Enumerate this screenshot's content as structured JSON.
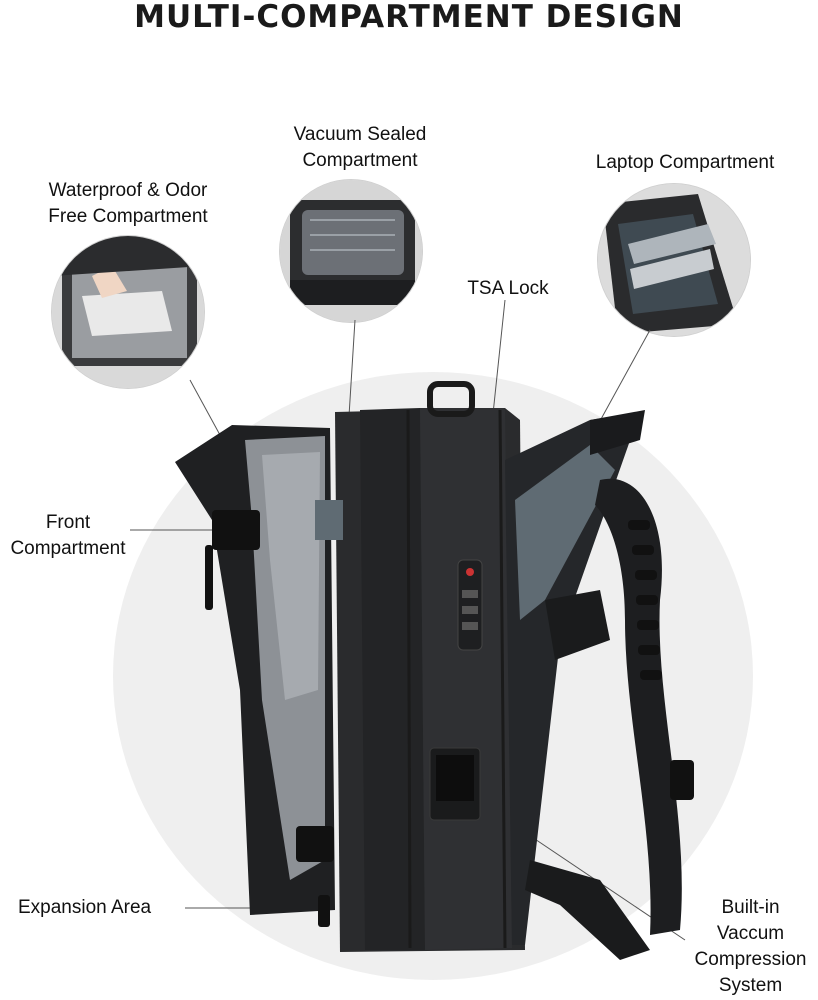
{
  "title": "MULTI-COMPARTMENT DESIGN",
  "labels": {
    "waterproof": "Waterproof & Odor\nFree Compartment",
    "vacuum_sealed": "Vacuum Sealed\nCompartment",
    "laptop": "Laptop Compartment",
    "tsa": "TSA Lock",
    "front": "Front\nCompartment",
    "expansion": "Expansion Area",
    "compression": "Built-in\nVaccum\nCompression\nSystem"
  },
  "colors": {
    "background": "#ffffff",
    "circle": "#efefef",
    "bag": "#2a2b2d",
    "bag_dark": "#161718",
    "lining": "#8d9196",
    "laptop_lining": "#5f6b73"
  },
  "icons": [
    "backpack-illustration",
    "tsa-lock-icon",
    "usb-port-icon"
  ]
}
